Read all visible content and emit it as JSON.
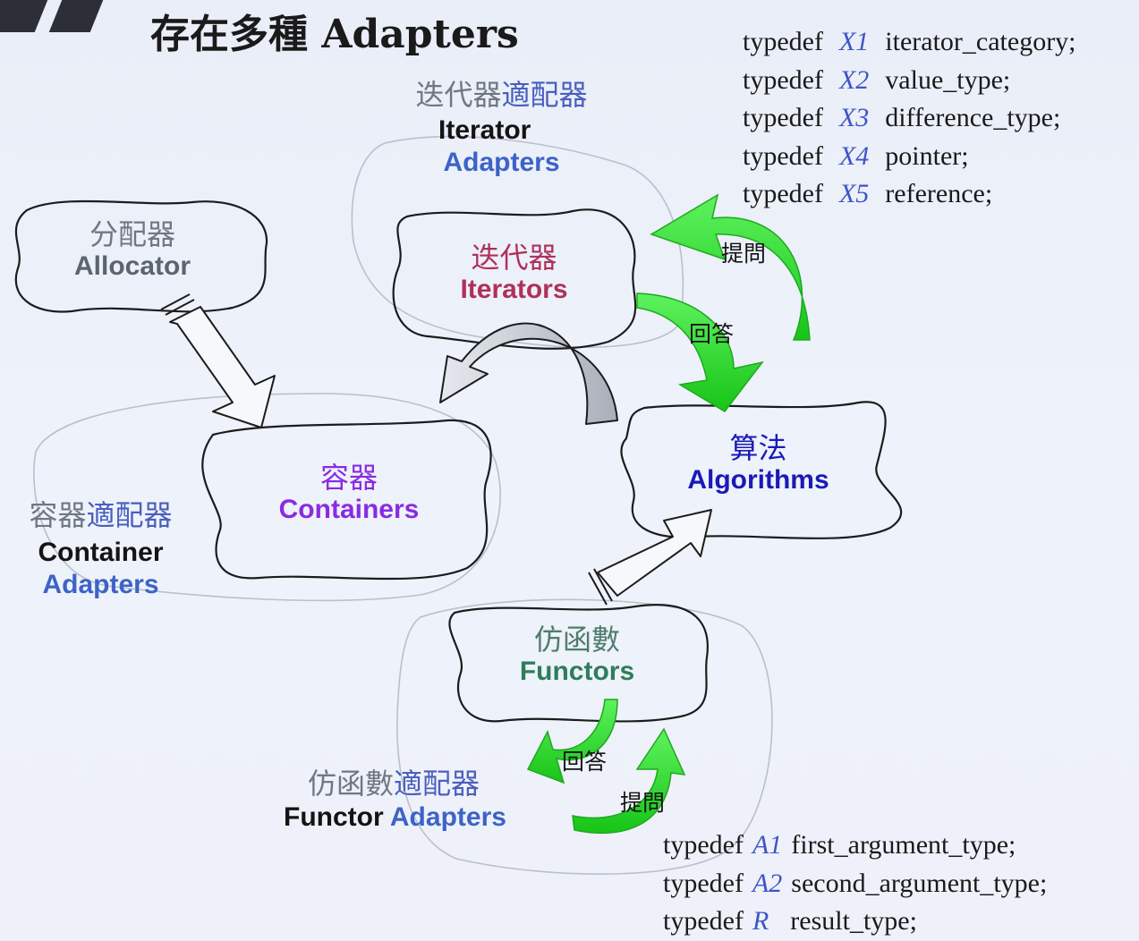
{
  "slide": {
    "title": "存在多種 Adapters"
  },
  "nodes": {
    "allocator": {
      "zh": "分配器",
      "en": "Allocator"
    },
    "iterators": {
      "zh": "迭代器",
      "en": "Iterators"
    },
    "containers": {
      "zh": "容器",
      "en": "Containers"
    },
    "algorithms": {
      "zh": "算法",
      "en": "Algorithms"
    },
    "functors": {
      "zh": "仿函數",
      "en": "Functors"
    }
  },
  "adapters": {
    "iterator": {
      "zh_a": "迭代器",
      "zh_b": "適配器",
      "en_a": "Iterator",
      "en_b": "Adapters"
    },
    "container": {
      "zh_a": "容器",
      "zh_b": "適配器",
      "en_a": "Container",
      "en_b": "Adapters"
    },
    "functor": {
      "zh_a": "仿函數",
      "zh_b": "適配器",
      "en_a": "Functor",
      "en_b": "Adapters"
    }
  },
  "arrow_labels": {
    "ask_top": "提問",
    "answer_top": "回答",
    "answer_bottom": "回答",
    "ask_bottom": "提問"
  },
  "iterator_traits": [
    {
      "kw": "typedef",
      "var": "X1",
      "name": "iterator_category;"
    },
    {
      "kw": "typedef",
      "var": "X2",
      "name": "value_type;"
    },
    {
      "kw": "typedef",
      "var": "X3",
      "name": "difference_type;"
    },
    {
      "kw": "typedef",
      "var": "X4",
      "name": "pointer;"
    },
    {
      "kw": "typedef",
      "var": "X5",
      "name": "reference;"
    }
  ],
  "functor_traits": [
    {
      "kw": "typedef",
      "var": "A1",
      "name": "first_argument_type;"
    },
    {
      "kw": "typedef",
      "var": "A2",
      "name": "second_argument_type;"
    },
    {
      "kw": "typedef",
      "var": "R",
      "name": "result_type;"
    }
  ],
  "colors": {
    "iterators_label": "#b0305a",
    "containers_label": "#8a2be2",
    "algorithms_label": "#1a1ab8",
    "functors_label": "#2e7d5b",
    "allocator_label": "#5c6470",
    "green_arrow": "#2ddc2d",
    "adapter_blue": "#3d63c8"
  }
}
